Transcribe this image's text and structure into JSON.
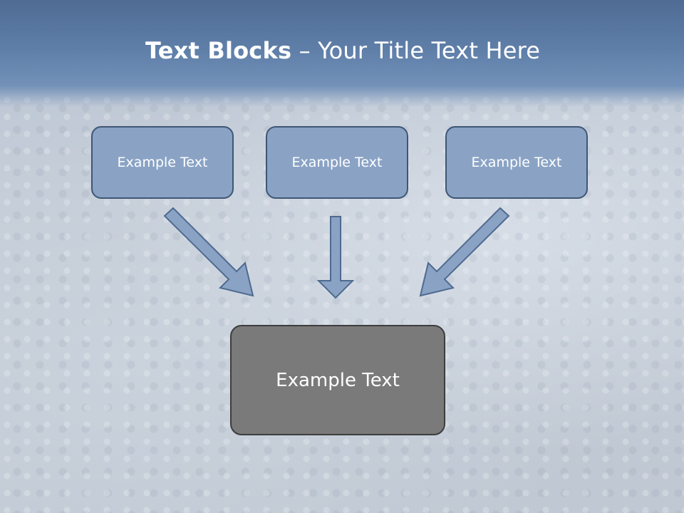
{
  "slide": {
    "title_bold": "Text Blocks",
    "title_separator": " – ",
    "title_rest": "Your Title Text Here"
  },
  "boxes": {
    "left": "Example Text",
    "middle": "Example Text",
    "right": "Example Text",
    "bottom": "Example Text"
  },
  "colors": {
    "header": "#5e7ea8",
    "box_fill": "#8aa3c5",
    "box_border": "#3f5675",
    "bottom_box_fill": "#7a7a7a",
    "arrow_fill": "#8aa3c5"
  },
  "icons": [
    "arrow-down-right-icon",
    "arrow-down-icon",
    "arrow-down-left-icon"
  ]
}
